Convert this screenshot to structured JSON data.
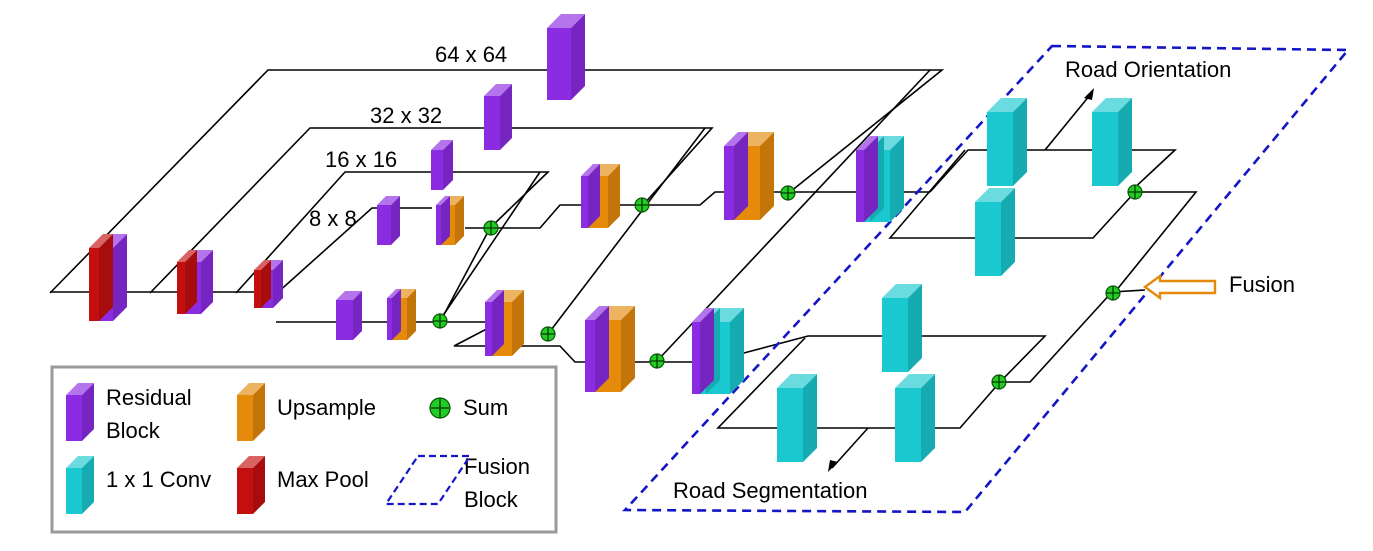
{
  "diagram": {
    "scale_labels": [
      "64 x 64",
      "32 x 32",
      "16 x 16",
      "8 x 8"
    ],
    "branch_labels": {
      "orientation": "Road Orientation",
      "segmentation": "Road Segmentation",
      "fusion": "Fusion"
    },
    "legend": {
      "residual_block": "Residual\nBlock",
      "upsample": "Upsample",
      "sum": "Sum",
      "conv": "1 x 1 Conv",
      "max_pool": "Max Pool",
      "fusion_block": "Fusion\nBlock"
    },
    "colors": {
      "residual_block": "#8b2be2",
      "upsample": "#e58a0a",
      "conv_1x1": "#19c9cf",
      "max_pool": "#c40f0f",
      "sum": "#22cc22",
      "fusion_block_border": "#1515c8",
      "fusion_arrow": "#e58a0a",
      "lines": "#000000"
    }
  }
}
